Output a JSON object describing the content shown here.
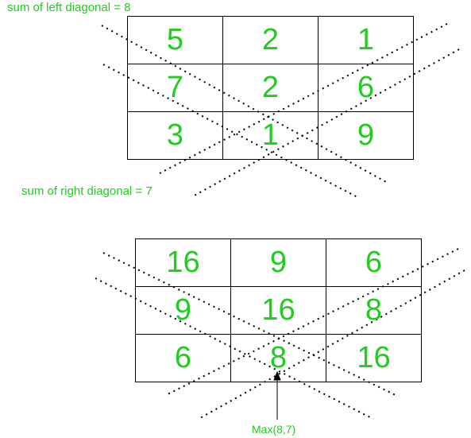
{
  "top_matrix": {
    "rows": [
      [
        "5",
        "2",
        "1"
      ],
      [
        "7",
        "2",
        "6"
      ],
      [
        "3",
        "1",
        "9"
      ]
    ],
    "left_diagonal_label": "sum of left diagonal = 8",
    "right_diagonal_label": "sum of right diagonal = 7"
  },
  "bottom_matrix": {
    "rows": [
      [
        "16",
        "9",
        "6"
      ],
      [
        "9",
        "16",
        "8"
      ],
      [
        "6",
        "8",
        "16"
      ]
    ],
    "max_label": "Max(8,7)"
  },
  "colors": {
    "text": "#1fcc1f",
    "lines": "#000000",
    "grid_border": "#000000"
  }
}
